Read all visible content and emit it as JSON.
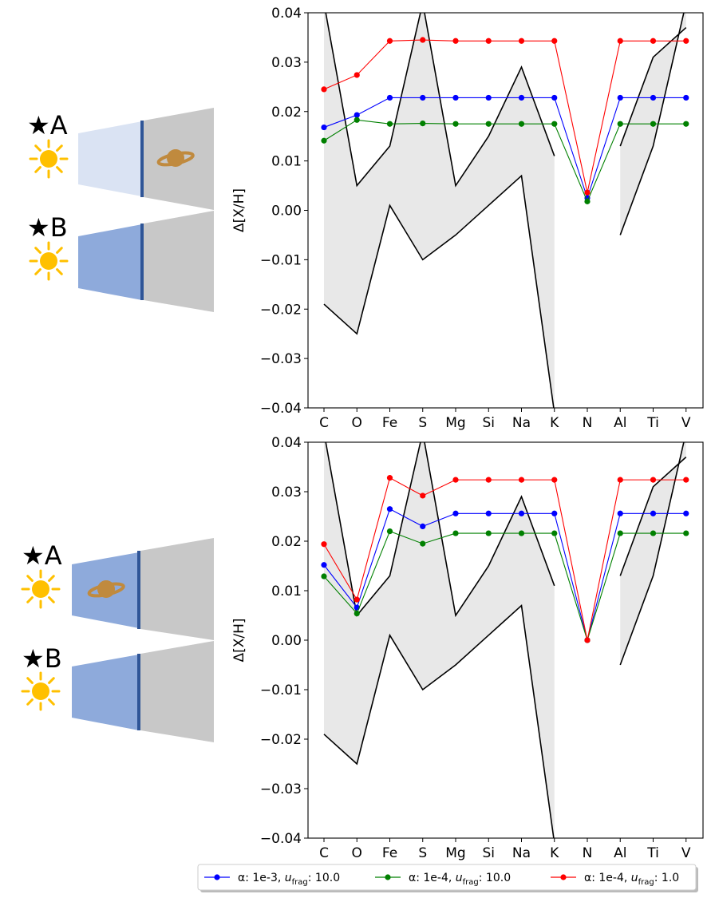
{
  "chart_data": [
    {
      "type": "line",
      "panel": "top",
      "xlabel": "",
      "ylabel": "Δ[X/H]",
      "ylim": [
        -0.04,
        0.04
      ],
      "yticks": [
        "0.04",
        "0.03",
        "0.02",
        "0.01",
        "0.00",
        "−0.01",
        "−0.02",
        "−0.03",
        "−0.04"
      ],
      "categories": [
        "C",
        "O",
        "Fe",
        "S",
        "Mg",
        "Si",
        "Na",
        "K",
        "N",
        "Al",
        "Ti",
        "V"
      ],
      "series": [
        {
          "name": "α: 1e-3, u_frag: 10.0",
          "color": "#0000ff",
          "values": [
            0.0168,
            0.0193,
            0.0228,
            0.0228,
            0.0228,
            0.0228,
            0.0228,
            0.0228,
            0.0025,
            0.0228,
            0.0228,
            0.0228
          ]
        },
        {
          "name": "α: 1e-4, u_frag: 10.0",
          "color": "#008000",
          "values": [
            0.0141,
            0.0183,
            0.0175,
            0.0176,
            0.0175,
            0.0175,
            0.0175,
            0.0175,
            0.0018,
            0.0175,
            0.0175,
            0.0175
          ]
        },
        {
          "name": "α: 1e-4, u_frag: 1.0",
          "color": "#ff0000",
          "values": [
            0.0245,
            0.0274,
            0.0343,
            0.0345,
            0.0343,
            0.0343,
            0.0343,
            0.0343,
            0.0036,
            0.0343,
            0.0343,
            0.0343
          ]
        }
      ],
      "band_upper": [
        0.042,
        0.005,
        0.013,
        0.042,
        0.005,
        0.015,
        0.029,
        0.011,
        null,
        0.013,
        0.031,
        0.037
      ],
      "band_lower": [
        -0.019,
        -0.025,
        0.001,
        -0.01,
        -0.005,
        0.001,
        0.007,
        -0.041,
        null,
        -0.005,
        0.013,
        0.042
      ],
      "schematic": {
        "star_a": "★A",
        "star_b": "★B"
      }
    },
    {
      "type": "line",
      "panel": "bottom",
      "xlabel": "",
      "ylabel": "Δ[X/H]",
      "ylim": [
        -0.04,
        0.04
      ],
      "yticks": [
        "0.04",
        "0.03",
        "0.02",
        "0.01",
        "0.00",
        "−0.01",
        "−0.02",
        "−0.03",
        "−0.04"
      ],
      "categories": [
        "C",
        "O",
        "Fe",
        "S",
        "Mg",
        "Si",
        "Na",
        "K",
        "N",
        "Al",
        "Ti",
        "V"
      ],
      "series": [
        {
          "name": "α: 1e-3, u_frag: 10.0",
          "color": "#0000ff",
          "values": [
            0.0152,
            0.0066,
            0.0265,
            0.023,
            0.0256,
            0.0256,
            0.0256,
            0.0256,
            0.0,
            0.0256,
            0.0256,
            0.0256
          ]
        },
        {
          "name": "α: 1e-4, u_frag: 10.0",
          "color": "#008000",
          "values": [
            0.0129,
            0.0054,
            0.022,
            0.0195,
            0.0216,
            0.0216,
            0.0216,
            0.0216,
            0.0,
            0.0216,
            0.0216,
            0.0216
          ]
        },
        {
          "name": "α: 1e-4, u_frag: 1.0",
          "color": "#ff0000",
          "values": [
            0.0194,
            0.0082,
            0.0328,
            0.0292,
            0.0324,
            0.0324,
            0.0324,
            0.0324,
            0.0,
            0.0324,
            0.0324,
            0.0324
          ]
        }
      ],
      "band_upper": [
        0.042,
        0.005,
        0.013,
        0.042,
        0.005,
        0.015,
        0.029,
        0.011,
        null,
        0.013,
        0.031,
        0.037
      ],
      "band_lower": [
        -0.019,
        -0.025,
        0.001,
        -0.01,
        -0.005,
        0.001,
        0.007,
        -0.041,
        null,
        -0.005,
        0.013,
        0.042
      ],
      "schematic": {
        "star_a": "★A",
        "star_b": "★B"
      }
    }
  ],
  "legend": {
    "placement": "bottom",
    "entries": [
      {
        "alpha": "α: 1e-3, ",
        "u": "u",
        "sub": "frag",
        "val": ": 10.0",
        "color": "#0000ff"
      },
      {
        "alpha": "α: 1e-4, ",
        "u": "u",
        "sub": "frag",
        "val": ": 10.0",
        "color": "#008000"
      },
      {
        "alpha": "α: 1e-4, ",
        "u": "u",
        "sub": "frag",
        "val": ": 1.0",
        "color": "#ff0000"
      }
    ]
  },
  "colors": {
    "band": "#e8e8e8",
    "boundary": "#000000",
    "disk_light": "#dae3f3",
    "disk_dark": "#8eaadb",
    "gap": "#2f5597",
    "outer": "#c8c8c8",
    "sun": "#ffc000",
    "planet": "#c08a3e"
  }
}
